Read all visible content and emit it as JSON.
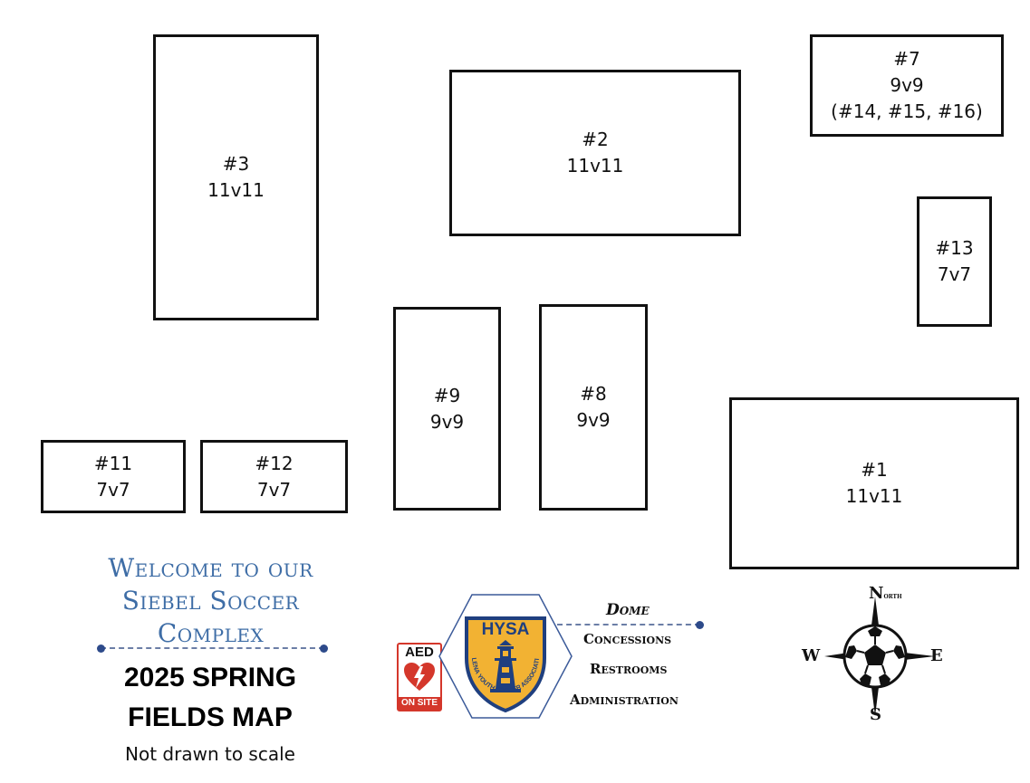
{
  "fields": [
    {
      "id": "3",
      "number": "#3",
      "format": "11v11",
      "extra": ""
    },
    {
      "id": "2",
      "number": "#2",
      "format": "11v11",
      "extra": ""
    },
    {
      "id": "7",
      "number": "#7",
      "format": "9v9",
      "extra": "(#14, #15, #16)"
    },
    {
      "id": "13",
      "number": "#13",
      "format": "7v7",
      "extra": ""
    },
    {
      "id": "9",
      "number": "#9",
      "format": "9v9",
      "extra": ""
    },
    {
      "id": "8",
      "number": "#8",
      "format": "9v9",
      "extra": ""
    },
    {
      "id": "11",
      "number": "#11",
      "format": "7v7",
      "extra": ""
    },
    {
      "id": "12",
      "number": "#12",
      "format": "7v7",
      "extra": ""
    },
    {
      "id": "1",
      "number": "#1",
      "format": "11v11",
      "extra": ""
    }
  ],
  "welcome": {
    "line1": "Welcome to our",
    "line2": "Siebel Soccer",
    "line3": "Complex"
  },
  "title": {
    "line1": "2025 SPRING",
    "line2": "FIELDS MAP"
  },
  "subtitle": "Not drawn to scale",
  "aed": {
    "label": "AED",
    "sub": "ON SITE"
  },
  "logo": {
    "abbr": "HYSA",
    "name": "HELENA YOUTH SOCCER ASSOCIATION",
    "icon": "lighthouse-icon"
  },
  "services": {
    "dome": "Dome",
    "items": [
      "Concessions",
      "Restrooms",
      "Administration"
    ]
  },
  "compass": {
    "north": "N",
    "north_small": "ORTH",
    "south": "S",
    "east": "E",
    "west": "W",
    "icon": "soccer-ball-icon"
  },
  "colors": {
    "welcome": "#3e6da6",
    "accent_dots": "#2d4a8a",
    "logo_gold": "#f2b233",
    "logo_navy": "#1f3f7f",
    "aed_red": "#d4372b"
  }
}
